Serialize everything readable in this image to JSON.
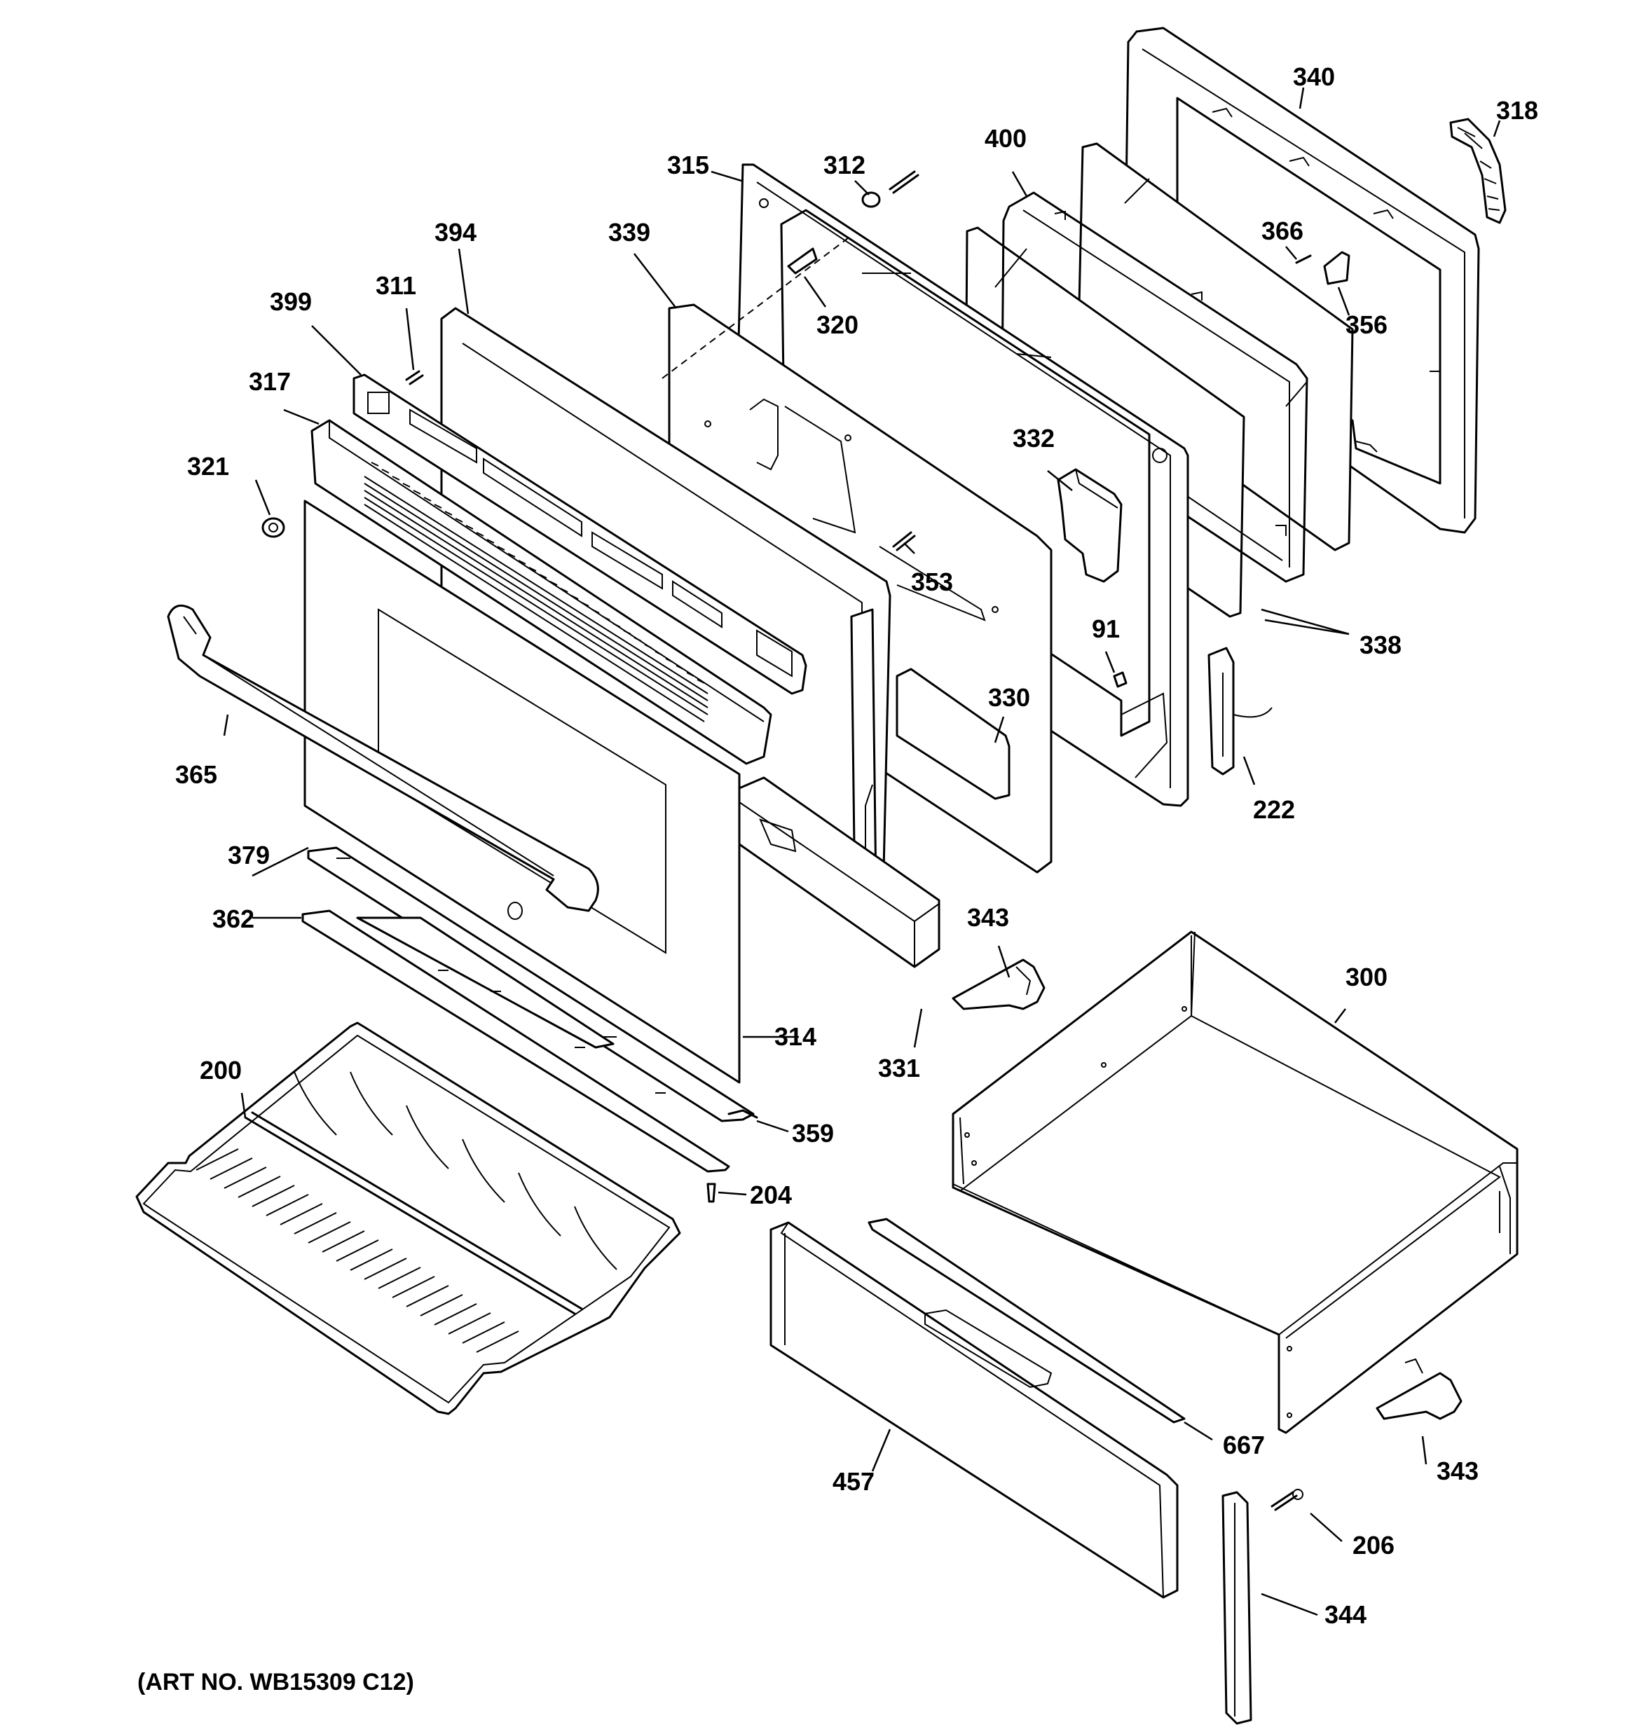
{
  "callouts": [
    "340",
    "318",
    "315",
    "312",
    "400",
    "366",
    "394",
    "339",
    "320",
    "356",
    "399",
    "311",
    "317",
    "332",
    "321",
    "353",
    "91",
    "330",
    "338",
    "365",
    "222",
    "379",
    "362",
    "343",
    "300",
    "314",
    "331",
    "200",
    "359",
    "204",
    "667",
    "457",
    "343",
    "206",
    "344"
  ],
  "caption": "(ART NO. WB15309 C12)"
}
